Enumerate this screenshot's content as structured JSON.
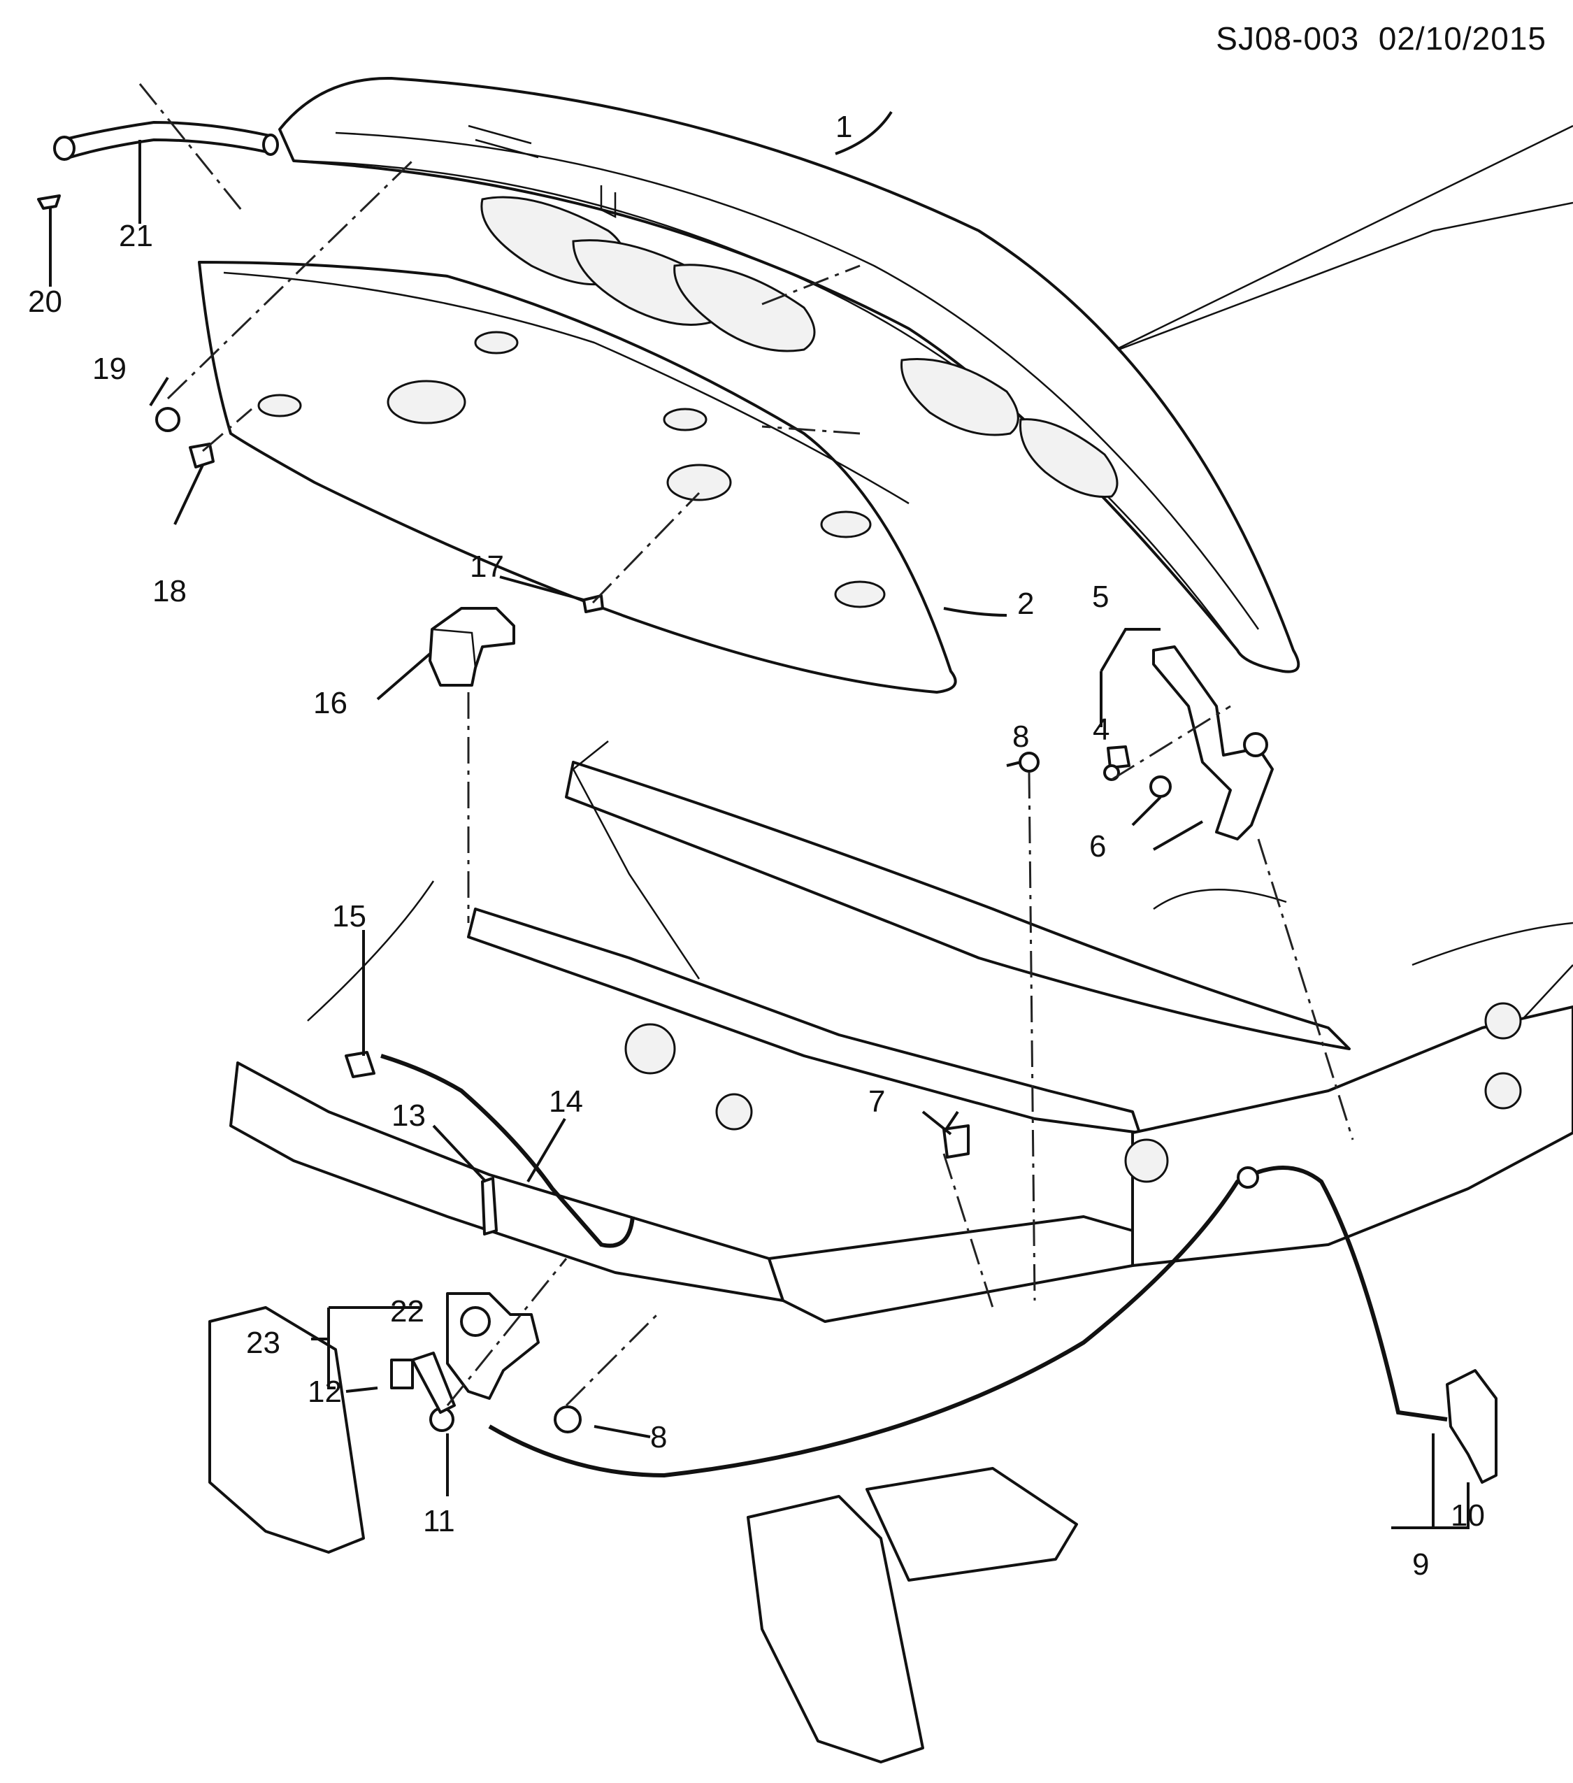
{
  "header": {
    "doc_code": "SJ08-003",
    "date": "02/10/2015"
  },
  "callouts": [
    "1",
    "2",
    "4",
    "5",
    "6",
    "7",
    "8",
    "8",
    "9",
    "10",
    "11",
    "12",
    "13",
    "14",
    "15",
    "16",
    "17",
    "18",
    "19",
    "20",
    "21",
    "22",
    "23"
  ]
}
